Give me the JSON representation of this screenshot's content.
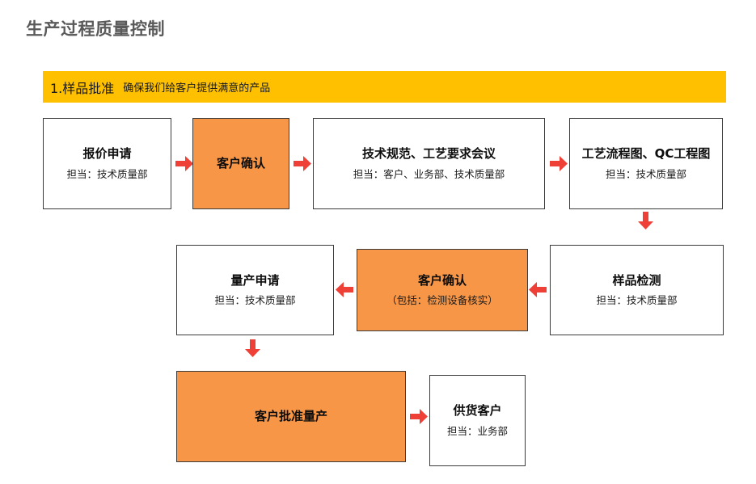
{
  "page": {
    "title": "生产过程质量控制"
  },
  "banner": {
    "step_label": "1.样品批准",
    "description": "确保我们给客户提供满意的产品",
    "background_color": "#FFC000"
  },
  "colors": {
    "accent_orange": "#F79646",
    "banner_yellow": "#FFC000",
    "arrow_red": "#EE4036",
    "node_border": "#3B3B3B",
    "title_gray": "#5A5A5A"
  },
  "flow": {
    "nodes": [
      {
        "id": "quotation-request",
        "title": "报价申请",
        "sub": "担当：技术质量部",
        "highlight": false
      },
      {
        "id": "customer-confirm-1",
        "title": "客户确认",
        "sub": "",
        "highlight": true
      },
      {
        "id": "tech-spec-meeting",
        "title": "技术规范、工艺要求会议",
        "sub": "担当：客户、业务部、技术质量部",
        "highlight": false
      },
      {
        "id": "process-flow-qc-chart",
        "title": "工艺流程图、QC工程图",
        "sub": "担当：技术质量部",
        "highlight": false
      },
      {
        "id": "sample-inspection",
        "title": "样品检测",
        "sub": "担当：技术质量部",
        "highlight": false
      },
      {
        "id": "customer-confirm-2",
        "title": "客户确认",
        "sub": "（包括：检测设备核实）",
        "highlight": true
      },
      {
        "id": "mass-production-request",
        "title": "量产申请",
        "sub": "担当：技术质量部",
        "highlight": false
      },
      {
        "id": "customer-approve-mass-production",
        "title": "客户批准量产",
        "sub": "",
        "highlight": true
      },
      {
        "id": "supply-customer",
        "title": "供货客户",
        "sub": "担当：业务部",
        "highlight": false
      }
    ],
    "arrows": [
      {
        "id": "arrow-quotation-to-confirm1",
        "direction": "right"
      },
      {
        "id": "arrow-confirm1-to-meeting",
        "direction": "right"
      },
      {
        "id": "arrow-meeting-to-qc-chart",
        "direction": "right"
      },
      {
        "id": "arrow-qc-chart-to-sample",
        "direction": "down"
      },
      {
        "id": "arrow-sample-to-confirm2",
        "direction": "left"
      },
      {
        "id": "arrow-confirm2-to-mass-request",
        "direction": "left"
      },
      {
        "id": "arrow-mass-request-to-approve",
        "direction": "down"
      },
      {
        "id": "arrow-approve-to-supply",
        "direction": "right"
      }
    ]
  }
}
